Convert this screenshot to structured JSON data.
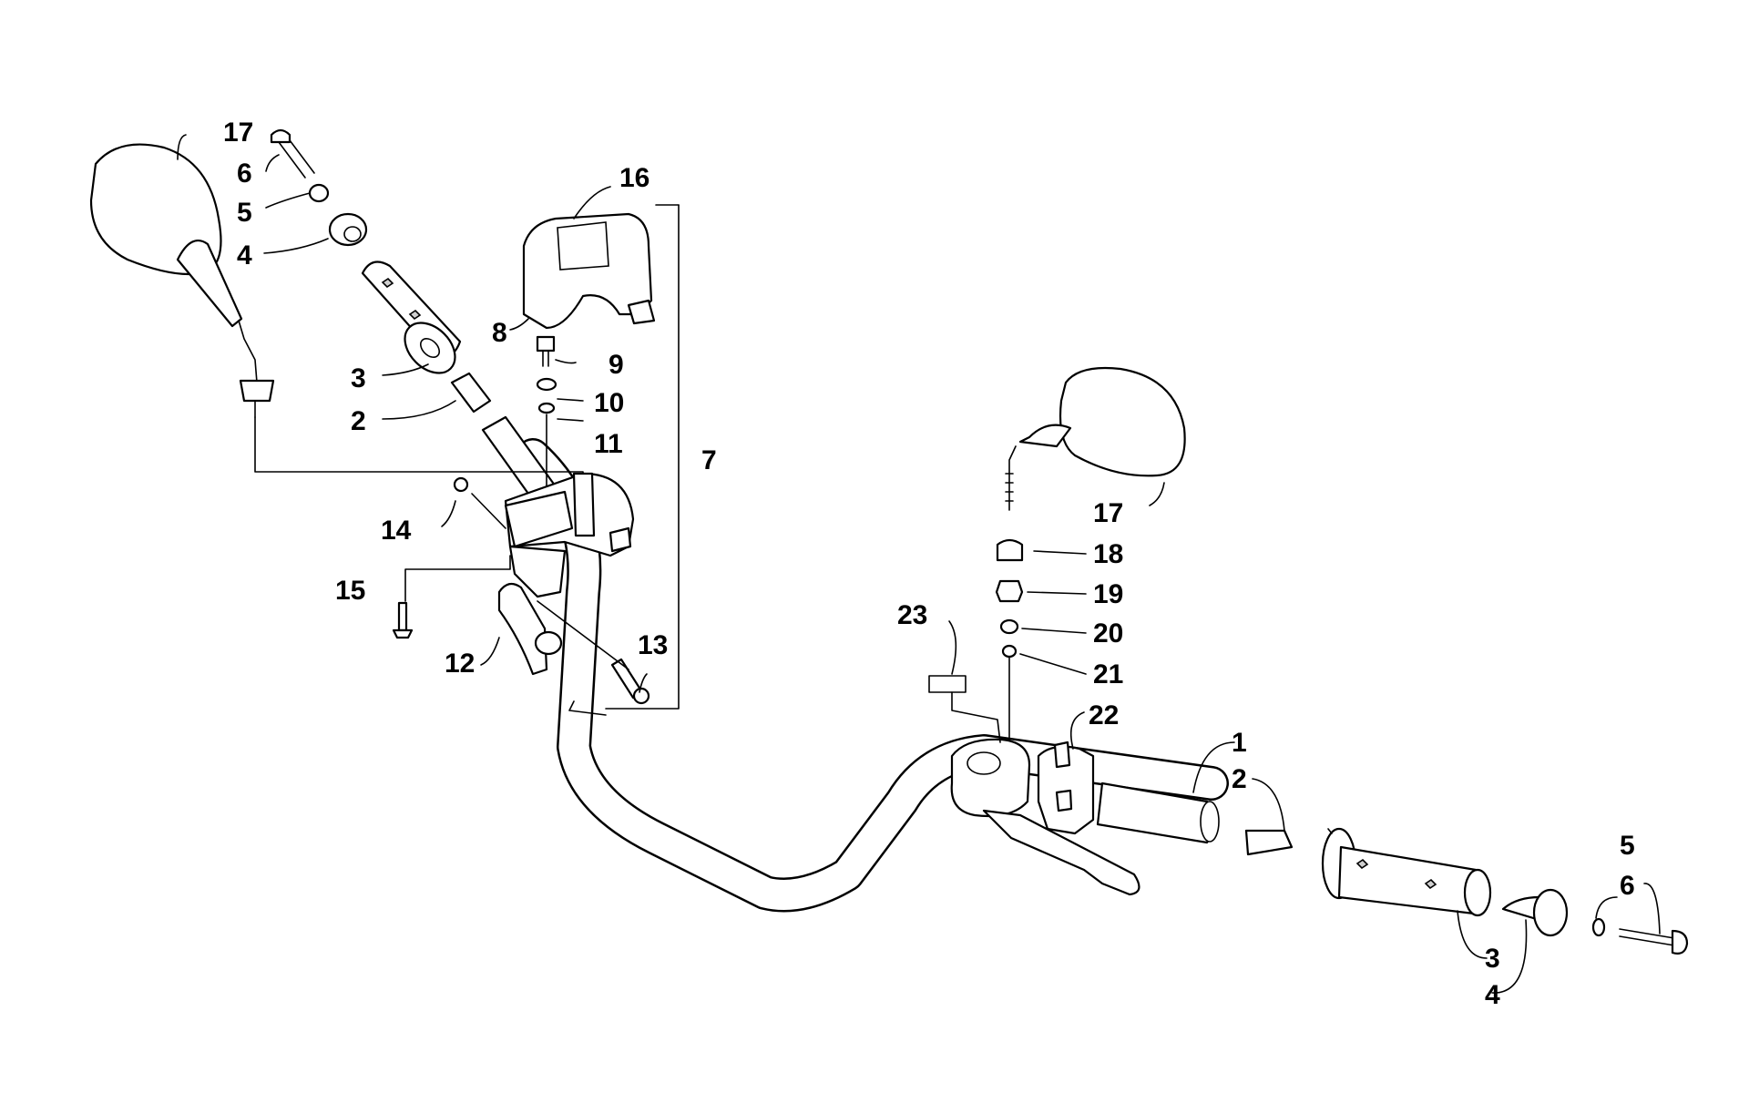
{
  "callouts": [
    {
      "id": "c17a",
      "text": "17"
    },
    {
      "id": "c6a",
      "text": "6"
    },
    {
      "id": "c5a",
      "text": "5"
    },
    {
      "id": "c4a",
      "text": "4"
    },
    {
      "id": "c3a",
      "text": "3"
    },
    {
      "id": "c2a",
      "text": "2"
    },
    {
      "id": "c16",
      "text": "16"
    },
    {
      "id": "c8",
      "text": "8"
    },
    {
      "id": "c9",
      "text": "9"
    },
    {
      "id": "c10",
      "text": "10"
    },
    {
      "id": "c11",
      "text": "11"
    },
    {
      "id": "c7",
      "text": "7"
    },
    {
      "id": "c14",
      "text": "14"
    },
    {
      "id": "c15",
      "text": "15"
    },
    {
      "id": "c12",
      "text": "12"
    },
    {
      "id": "c13",
      "text": "13"
    },
    {
      "id": "c17b",
      "text": "17"
    },
    {
      "id": "c18",
      "text": "18"
    },
    {
      "id": "c19",
      "text": "19"
    },
    {
      "id": "c20",
      "text": "20"
    },
    {
      "id": "c21",
      "text": "21"
    },
    {
      "id": "c22",
      "text": "22"
    },
    {
      "id": "c23",
      "text": "23"
    },
    {
      "id": "c1",
      "text": "1"
    },
    {
      "id": "c2b",
      "text": "2"
    },
    {
      "id": "c5b",
      "text": "5"
    },
    {
      "id": "c6b",
      "text": "6"
    },
    {
      "id": "c3b",
      "text": "3"
    },
    {
      "id": "c4b",
      "text": "4"
    }
  ]
}
